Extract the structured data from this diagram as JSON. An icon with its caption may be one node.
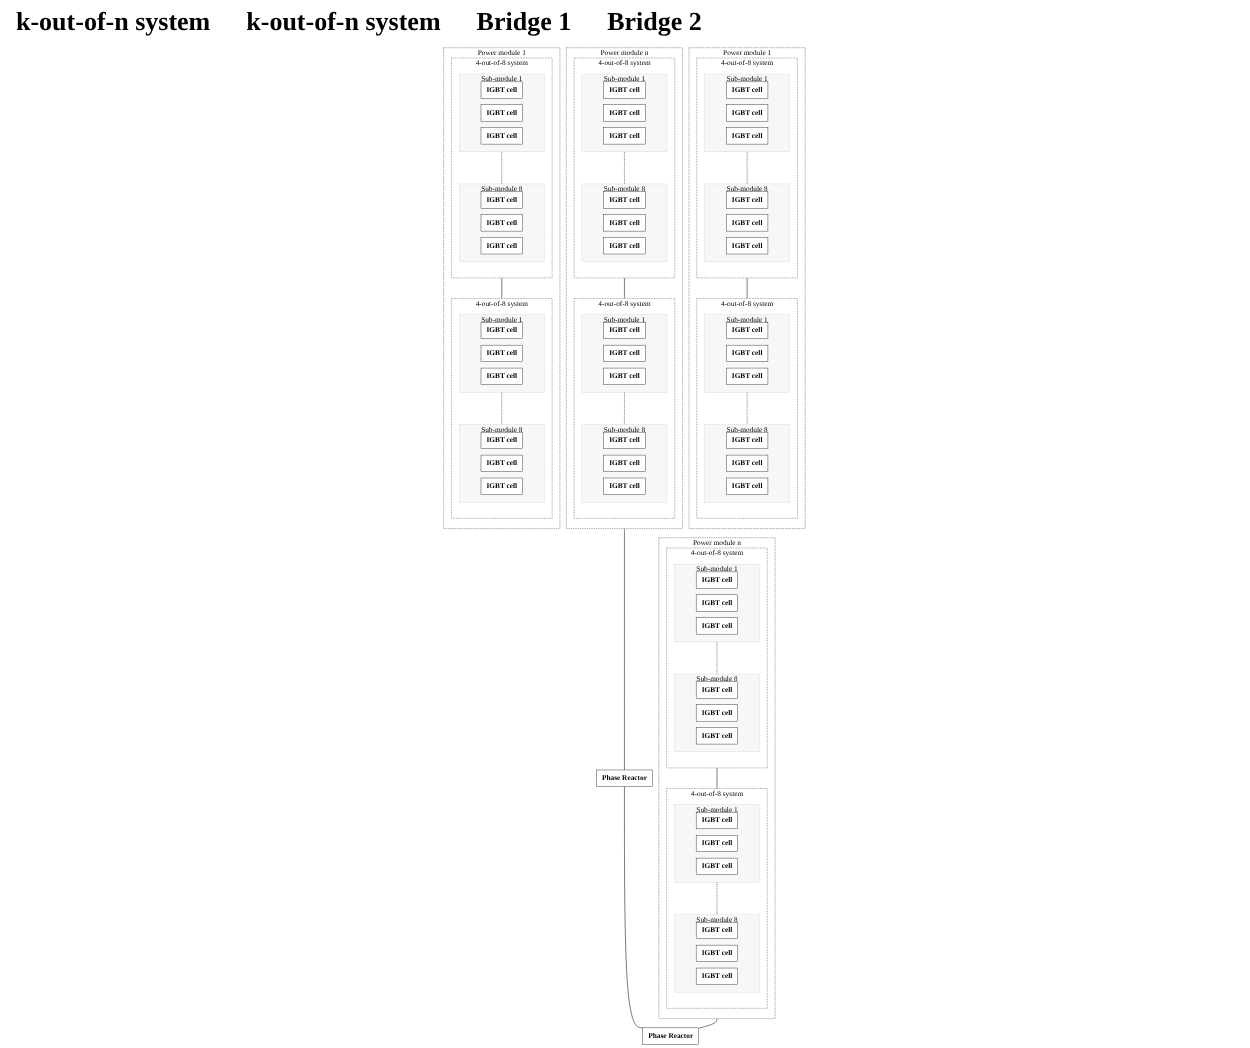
{
  "diagram": {
    "nodes": [
      {
        "text": [
          "Power module 1"
        ]
      },
      {
        "text": [
          "4-out-of-8 system"
        ],
        "in": 0
      },
      {
        "text": [
          "Sub-module 1"
        ],
        "in": 1
      },
      {
        "text": [
          "IGBT cell"
        ],
        "in": 2
      },
      {
        "text": [
          "IGBT cell"
        ],
        "in": 2
      },
      {
        "text": [
          "IGBT cell"
        ],
        "in": 2
      },
      {
        "text": [
          "Sub-module 8"
        ],
        "in": 1
      },
      {
        "text": [
          "IGBT cell"
        ],
        "in": 6
      },
      {
        "text": [
          "IGBT cell"
        ],
        "in": 6
      },
      {
        "text": [
          "IGBT cell"
        ],
        "in": 6
      },
      {
        "text": [
          "4-out-of-8 system"
        ],
        "in": 0
      },
      {
        "text": [
          "Sub-module 1"
        ],
        "in": 10
      },
      {
        "text": [
          "IGBT cell"
        ],
        "in": 11
      },
      {
        "text": [
          "IGBT cell"
        ],
        "in": 11
      },
      {
        "text": [
          "IGBT cell"
        ],
        "in": 11
      },
      {
        "text": [
          "Sub-module 8"
        ],
        "in": 10
      },
      {
        "text": [
          "IGBT cell"
        ],
        "in": 15
      },
      {
        "text": [
          "IGBT cell"
        ],
        "in": 15
      },
      {
        "text": [
          "IGBT cell"
        ],
        "in": 15
      },
      {
        "text": [
          "Power module n"
        ]
      },
      {
        "text": [
          "4-out-of-8 system"
        ],
        "in": 19
      },
      {
        "text": [
          "Sub-module 1"
        ],
        "in": 20
      },
      {
        "text": [
          "IGBT cell"
        ],
        "in": 21
      },
      {
        "text": [
          "IGBT cell"
        ],
        "in": 21
      },
      {
        "text": [
          "IGBT cell"
        ],
        "in": 21
      },
      {
        "text": [
          "Sub-module 8"
        ],
        "in": 20
      },
      {
        "text": [
          "IGBT cell"
        ],
        "in": 25
      },
      {
        "text": [
          "IGBT cell"
        ],
        "in": 25
      },
      {
        "text": [
          "IGBT cell"
        ],
        "in": 25
      },
      {
        "text": [
          "4-out-of-8 system"
        ],
        "in": 19
      },
      {
        "text": [
          "Sub-module 1"
        ],
        "in": 29
      },
      {
        "text": [
          "IGBT cell"
        ],
        "in": 30
      },
      {
        "text": [
          "IGBT cell"
        ],
        "in": 30
      },
      {
        "text": [
          "IGBT cell"
        ],
        "in": 30
      },
      {
        "text": [
          "Sub-module 8"
        ],
        "in": 29
      },
      {
        "text": [
          "IGBT cell"
        ],
        "in": 34
      },
      {
        "text": [
          "IGBT cell"
        ],
        "in": 34
      },
      {
        "text": [
          "IGBT cell"
        ],
        "in": 34
      },
      {
        "text": [
          "Phase Reactor"
        ]
      },
      {
        "text": [
          "Power module 1"
        ]
      },
      {
        "text": [
          "4-out-of-8 system"
        ],
        "in": 39
      },
      {
        "text": [
          "Sub-module 1"
        ],
        "in": 40
      },
      {
        "text": [
          "IGBT cell"
        ],
        "in": 41
      },
      {
        "text": [
          "IGBT cell"
        ],
        "in": 41
      },
      {
        "text": [
          "IGBT cell"
        ],
        "in": 41
      },
      {
        "text": [
          "Sub-module 8"
        ],
        "in": 40
      },
      {
        "text": [
          "IGBT cell"
        ],
        "in": 45
      },
      {
        "text": [
          "IGBT cell"
        ],
        "in": 45
      },
      {
        "text": [
          "IGBT cell"
        ],
        "in": 45
      },
      {
        "text": [
          "4-out-of-8 system"
        ],
        "in": 39
      },
      {
        "text": [
          "Sub-module 1"
        ],
        "in": 49
      },
      {
        "text": [
          "IGBT cell"
        ],
        "in": 50
      },
      {
        "text": [
          "IGBT cell"
        ],
        "in": 50
      },
      {
        "text": [
          "IGBT cell"
        ],
        "in": 50
      },
      {
        "text": [
          "Sub-module 8"
        ],
        "in": 49
      },
      {
        "text": [
          "IGBT cell"
        ],
        "in": 54
      },
      {
        "text": [
          "IGBT cell"
        ],
        "in": 54
      },
      {
        "text": [
          "IGBT cell"
        ],
        "in": 54
      },
      {
        "text": [
          "Power module n"
        ]
      },
      {
        "text": [
          "4-out-of-8 system"
        ],
        "in": 58
      },
      {
        "text": [
          "Sub-module 1"
        ],
        "in": 59
      },
      {
        "text": [
          "IGBT cell"
        ],
        "in": 60
      },
      {
        "text": [
          "IGBT cell"
        ],
        "in": 60
      },
      {
        "text": [
          "IGBT cell"
        ],
        "in": 60
      },
      {
        "text": [
          "Sub-module 8"
        ],
        "in": 59
      },
      {
        "text": [
          "IGBT cell"
        ],
        "in": 64
      },
      {
        "text": [
          "IGBT cell"
        ],
        "in": 64
      },
      {
        "text": [
          "IGBT cell"
        ],
        "in": 64
      },
      {
        "text": [
          "4-out-of-8 system"
        ],
        "in": 58
      },
      {
        "text": [
          "Sub-module 1"
        ],
        "in": 68
      },
      {
        "text": [
          "IGBT cell"
        ],
        "in": 69
      },
      {
        "text": [
          "IGBT cell"
        ],
        "in": 69
      },
      {
        "text": [
          "IGBT cell"
        ],
        "in": 69
      },
      {
        "text": [
          "Sub-module 8"
        ],
        "in": 68
      },
      {
        "text": [
          "IGBT cell"
        ],
        "in": 73
      },
      {
        "text": [
          "IGBT cell"
        ],
        "in": 73
      },
      {
        "text": [
          "IGBT cell"
        ],
        "in": 73
      },
      {
        "text": [
          "Phase Reactor"
        ]
      }
    ],
    "edges": [
      {
        "from": 2,
        "to": 6,
        "arrow": "none",
        "style": "dashed"
      },
      {
        "from": 1,
        "to": 10,
        "arrow": "none"
      },
      {
        "from": 11,
        "to": 15,
        "arrow": "none",
        "style": "dashed"
      },
      {
        "from": 21,
        "to": 25,
        "arrow": "none",
        "style": "dashed"
      },
      {
        "from": 20,
        "to": 29,
        "arrow": "none"
      },
      {
        "from": 30,
        "to": 34,
        "arrow": "none",
        "style": "dashed"
      },
      {
        "from": 19,
        "to": 38,
        "arrow": "none"
      },
      {
        "from": 41,
        "to": 45,
        "arrow": "none",
        "style": "dashed"
      },
      {
        "from": 40,
        "to": 49,
        "arrow": "none"
      },
      {
        "from": 50,
        "to": 54,
        "arrow": "none",
        "style": "dashed"
      },
      {
        "from": 60,
        "to": 64,
        "arrow": "none",
        "style": "dashed"
      },
      {
        "from": 59,
        "to": 68,
        "arrow": "none"
      },
      {
        "from": 69,
        "to": 73,
        "arrow": "none",
        "style": "dashed"
      },
      {
        "from": 58,
        "to": 77,
        "arrow": "none"
      },
      {
        "from": 38,
        "to": 77,
        "arrow": "none"
      }
    ],
    "labels": [
      "k-out-of-n system",
      "k-out-of-n system",
      "Bridge 1",
      "Bridge 2"
    ]
  }
}
